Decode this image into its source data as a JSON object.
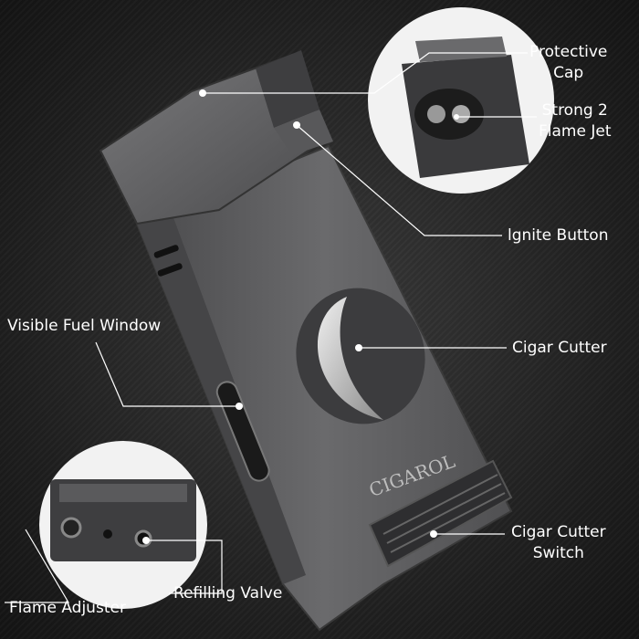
{
  "brand": "CIGAROL",
  "labels": {
    "protective_cap": [
      "Protective",
      "Cap"
    ],
    "flame_jet": [
      "Strong 2",
      "Flame Jet"
    ],
    "ignite_button": "lgnite Button",
    "fuel_window": "Visible Fuel Window",
    "cigar_cutter": "Cigar Cutter",
    "cutter_switch": [
      "Cigar Cutter",
      "Switch"
    ],
    "refilling_valve": "Refilling Valve",
    "flame_adjuster": "Flame Adjuster"
  },
  "colors": {
    "body": "#5e5e60",
    "label": "#ffffff",
    "background": "#222222"
  }
}
